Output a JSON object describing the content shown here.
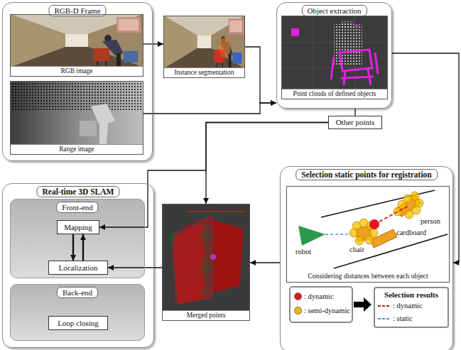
{
  "diagram": {
    "nodes": [
      {
        "text": [
          "RGB-D Frame"
        ]
      },
      {
        "text": [
          "RGB image"
        ],
        "in": 0
      },
      {
        "text": [
          "Range image"
        ],
        "in": 0
      },
      {
        "text": [
          "Instance segmentation"
        ]
      },
      {
        "text": [
          "Object extraction"
        ]
      },
      {
        "text": [
          "Point clouds of defined objects"
        ],
        "in": 4
      },
      {
        "text": [
          "Other points"
        ]
      },
      {
        "text": [
          "Real-time 3D SLAM"
        ]
      },
      {
        "text": [
          "Front-end"
        ],
        "in": 7
      },
      {
        "text": [
          "Mapping"
        ],
        "in": 8
      },
      {
        "text": [
          "Localization"
        ],
        "in": 8
      },
      {
        "text": [
          "Back-end"
        ],
        "in": 7
      },
      {
        "text": [
          "Loop closing"
        ],
        "in": 11
      },
      {
        "text": [
          "Merged points"
        ]
      },
      {
        "text": [
          "Selection static points for registration"
        ]
      },
      {
        "text": [
          "Considering distances between each object"
        ],
        "in": 14
      },
      {
        "text": [
          "Selection results"
        ],
        "in": 14
      }
    ],
    "edges": [
      {
        "from": 1,
        "to": 3,
        "arrow": "to"
      },
      {
        "from": 3,
        "to": 4,
        "arrow": "to"
      },
      {
        "from": 2,
        "to": 4,
        "arrow": "to"
      },
      {
        "from": 4,
        "to": 14,
        "arrow": "to"
      },
      {
        "from": 4,
        "to": 6,
        "arrow": "none"
      },
      {
        "from": 6,
        "to": 9,
        "arrow": "to"
      },
      {
        "from": 6,
        "to": 13,
        "arrow": "to"
      },
      {
        "from": 14,
        "to": 13,
        "arrow": "to"
      },
      {
        "from": 13,
        "to": 10,
        "arrow": "to"
      },
      {
        "from": 9,
        "to": 10,
        "arrow": "to"
      },
      {
        "from": 10,
        "to": 9,
        "arrow": "to"
      }
    ],
    "labels": [
      "person",
      "robot",
      "chair",
      "cardboard"
    ],
    "legend": [
      {
        "text": ": dynamic",
        "color": "#e8141b"
      },
      {
        "text": ": semi-dynamic",
        "color": "#f5b800"
      },
      {
        "text": ": dynamic"
      },
      {
        "text": ": static"
      }
    ]
  }
}
